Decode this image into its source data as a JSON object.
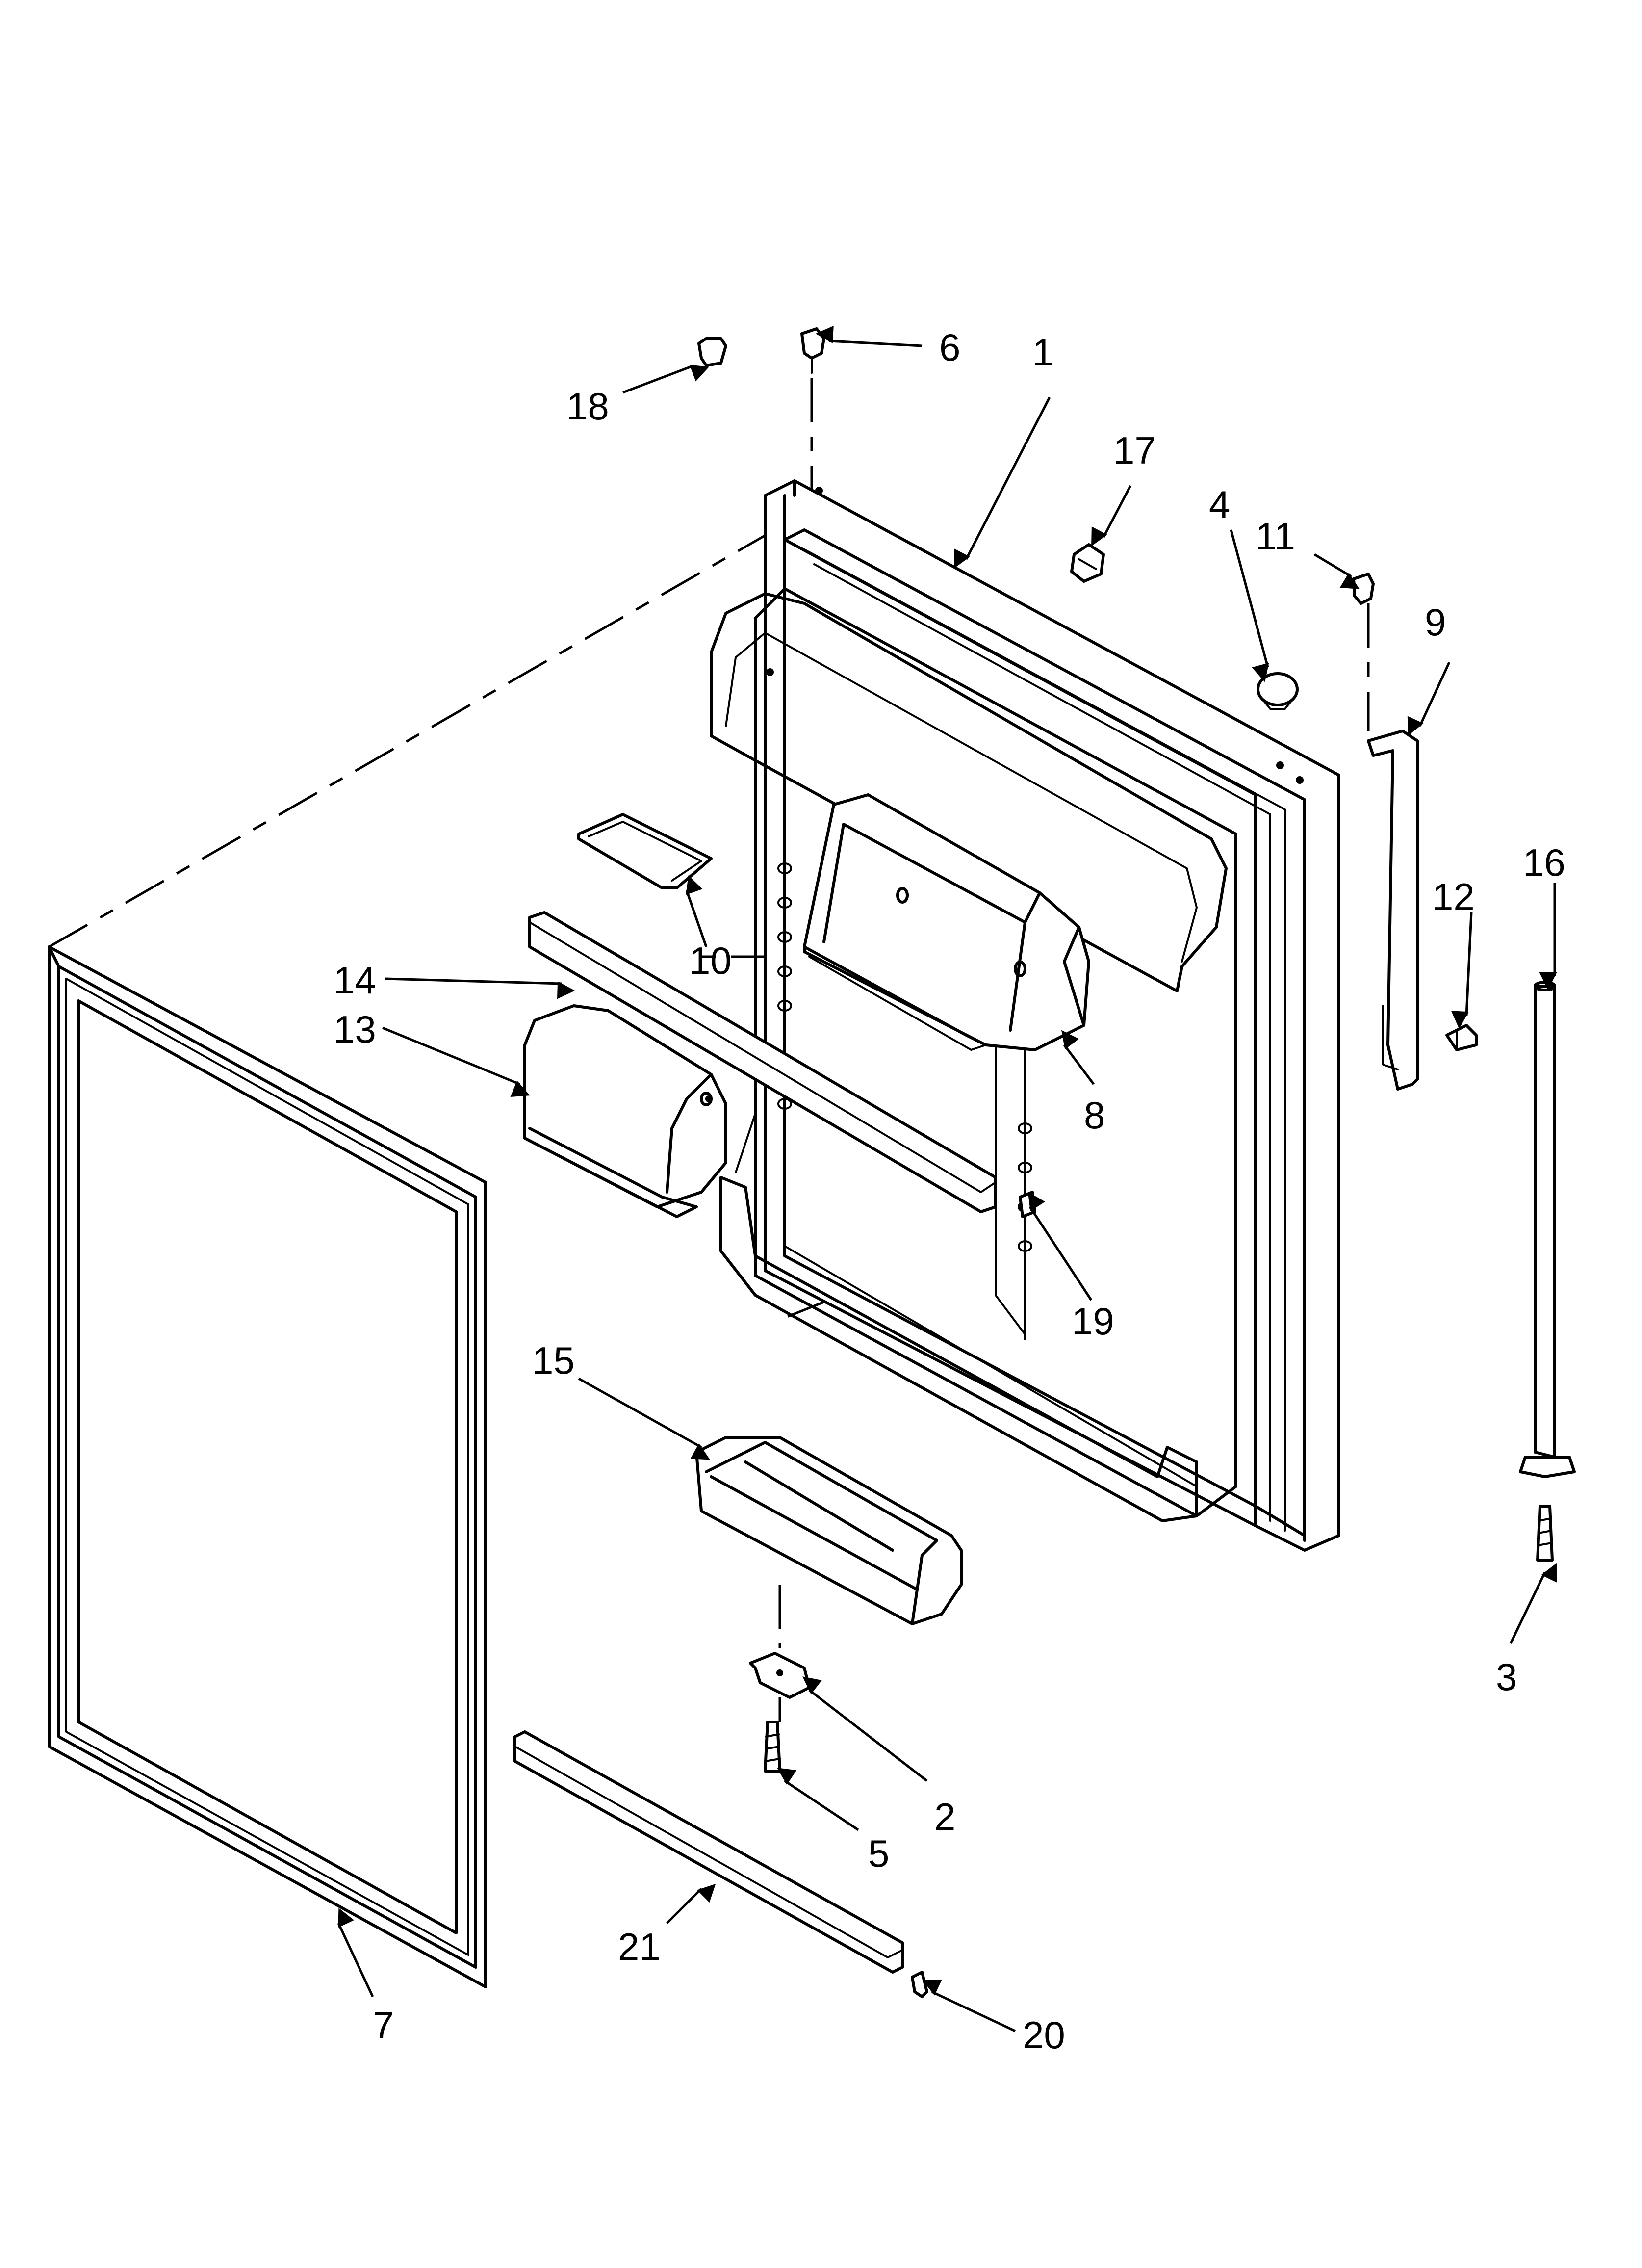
{
  "colors": {
    "ink": "#000000",
    "paper": "#ffffff"
  },
  "callouts": {
    "c1": "1",
    "c2": "2",
    "c3": "3",
    "c4": "4",
    "c5": "5",
    "c6": "6",
    "c7": "7",
    "c8": "8",
    "c9": "9",
    "c10": "10",
    "c11": "11",
    "c12": "12",
    "c13": "13",
    "c14": "14",
    "c15": "15",
    "c16": "16",
    "c17": "17",
    "c18": "18",
    "c19": "19",
    "c20": "20",
    "c21": "21"
  }
}
